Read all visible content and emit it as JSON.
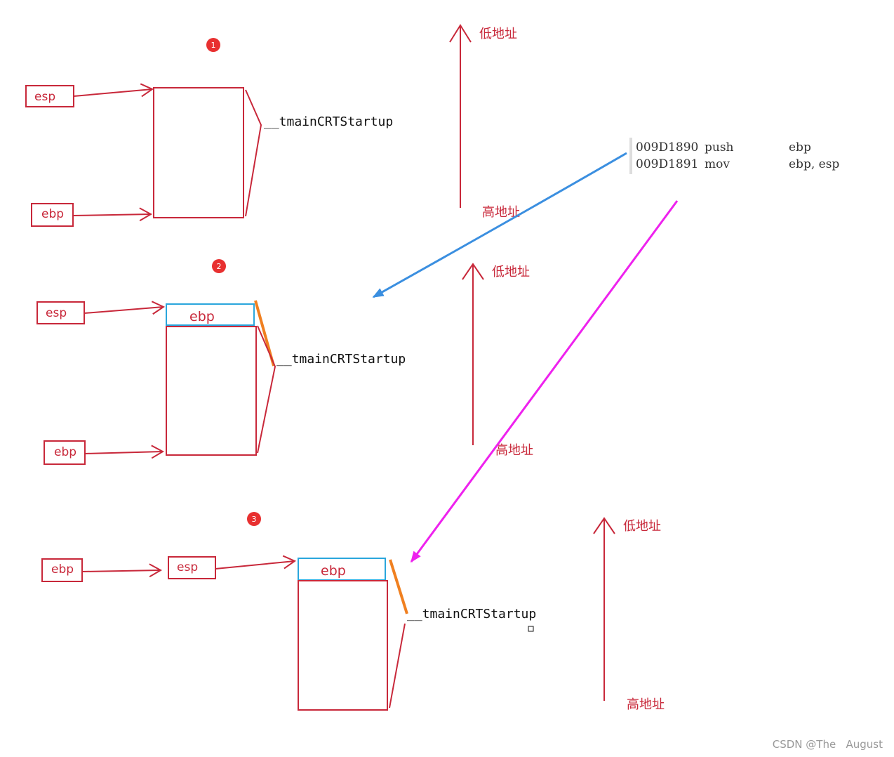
{
  "colors": {
    "red": "#c8283a",
    "cyan": "#2aa6dc",
    "orange": "#f08020",
    "blue_arrow": "#3b8fe0",
    "magenta_arrow": "#ee22ee",
    "badge": "#e83030"
  },
  "panels": [
    {
      "badge": "1",
      "esp": "esp",
      "ebp": "ebp",
      "frame_label": "__tmainCRTStartup",
      "pushed": ""
    },
    {
      "badge": "2",
      "esp": "esp",
      "ebp": "ebp",
      "frame_label": "__tmainCRTStartup",
      "pushed": "ebp"
    },
    {
      "badge": "3",
      "esp": "esp",
      "ebp": "ebp",
      "frame_label": "__tmainCRTStartup",
      "pushed": "ebp"
    }
  ],
  "axes": [
    {
      "low": "低地址",
      "high": "高地址"
    },
    {
      "low": "低地址",
      "high": "高地址"
    },
    {
      "low": "低地址",
      "high": "高地址"
    }
  ],
  "code": [
    {
      "address": "009D1890",
      "op": "push",
      "args": "ebp"
    },
    {
      "address": "009D1891",
      "op": "mov",
      "args": "ebp, esp"
    }
  ],
  "watermark": "CSDN @The   August"
}
